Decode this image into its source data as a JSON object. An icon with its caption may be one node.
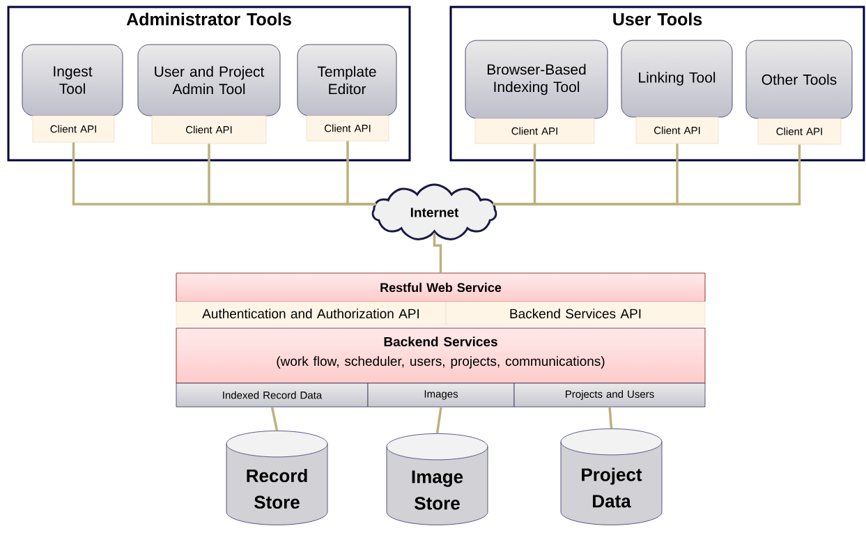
{
  "diagram": {
    "nodes": [
      {
        "text": [
          "Administrator Tools"
        ]
      },
      {
        "text": [
          "Ingest Tool"
        ],
        "in": 0
      },
      {
        "text": [
          "Client API"
        ],
        "in": 0
      },
      {
        "text": [
          "User and Project Admin Tool"
        ],
        "in": 0
      },
      {
        "text": [
          "Client API"
        ],
        "in": 0
      },
      {
        "text": [
          "Template Editor"
        ],
        "in": 0
      },
      {
        "text": [
          "Client API"
        ],
        "in": 0
      },
      {
        "text": [
          "User Tools"
        ]
      },
      {
        "text": [
          "Browser-Based Indexing Tool"
        ],
        "in": 7
      },
      {
        "text": [
          "Client API"
        ],
        "in": 7
      },
      {
        "text": [
          "Linking Tool"
        ],
        "in": 7
      },
      {
        "text": [
          "Client API"
        ],
        "in": 7
      },
      {
        "text": [
          "Other Tools"
        ],
        "in": 7
      },
      {
        "text": [
          "Client API"
        ],
        "in": 7
      },
      {
        "text": [
          "Internet"
        ]
      },
      {
        "text": [
          "Restful Web Service"
        ]
      },
      {
        "text": [
          "Authentication and Authorization API"
        ]
      },
      {
        "text": [
          "Backend Services API"
        ]
      },
      {
        "text": [
          "Backend Services",
          "(work flow,  scheduler, users, projects, communications)"
        ]
      },
      {
        "text": [
          "Indexed Record Data"
        ]
      },
      {
        "text": [
          "Images"
        ]
      },
      {
        "text": [
          "Projects and Users"
        ]
      },
      {
        "text": [
          "Record Store"
        ]
      },
      {
        "text": [
          "Image Store"
        ]
      },
      {
        "text": [
          "Project Data"
        ]
      }
    ],
    "edges": [
      {
        "from": 2,
        "to": 14,
        "arrow": "none"
      },
      {
        "from": 4,
        "to": 14,
        "arrow": "none"
      },
      {
        "from": 6,
        "to": 14,
        "arrow": "none"
      },
      {
        "from": 9,
        "to": 14,
        "arrow": "none"
      },
      {
        "from": 11,
        "to": 14,
        "arrow": "none"
      },
      {
        "from": 13,
        "to": 14,
        "arrow": "none"
      },
      {
        "from": 14,
        "to": 15,
        "arrow": "none"
      },
      {
        "from": 19,
        "to": 22,
        "arrow": "none"
      },
      {
        "from": 20,
        "to": 23,
        "arrow": "none"
      },
      {
        "from": 21,
        "to": 24,
        "arrow": "none"
      }
    ]
  }
}
